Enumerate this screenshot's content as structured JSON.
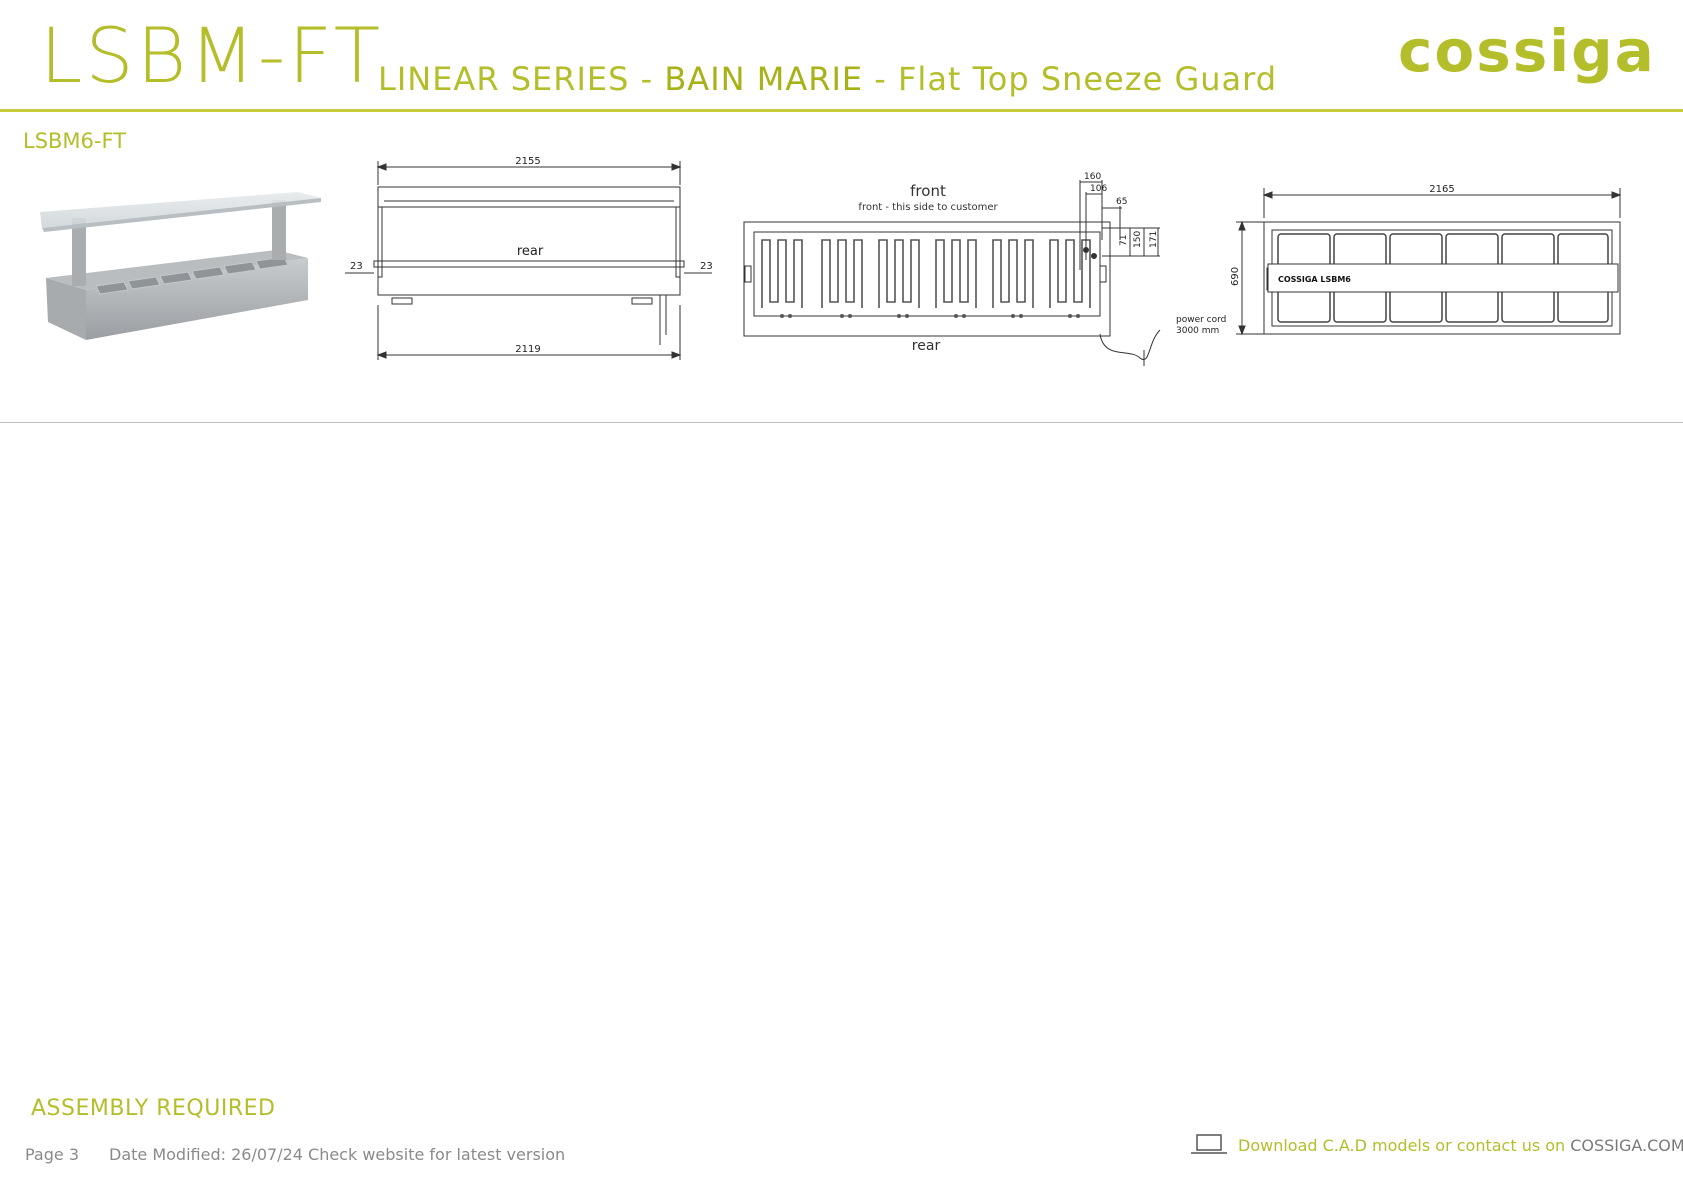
{
  "header": {
    "code": "LSBM-FT",
    "series": "LINEAR SERIES - ",
    "product": "BAIN MARIE",
    "variant": " - Flat Top Sneeze Guard",
    "brand": "cossiga"
  },
  "model": "LSBM6-FT",
  "drawings": {
    "side": {
      "top_width": "2155",
      "bottom_width": "2119",
      "left_offset": "23",
      "right_offset": "23",
      "label": "rear"
    },
    "plan": {
      "front_title": "front",
      "front_note": "front - this side to customer",
      "rear_label": "rear",
      "dim_160": "160",
      "dim_106": "106",
      "dim_65": "65",
      "dim_71": "71",
      "dim_150": "150",
      "dim_171": "171",
      "power_cord": "power cord",
      "power_length": "3000 mm"
    },
    "top": {
      "width": "2165",
      "depth": "690",
      "plate": "COSSIGA LSBM6"
    }
  },
  "assembly": "ASSEMBLY REQUIRED",
  "footer": {
    "page": "Page 3",
    "date": "Date Modified: 26/07/24 Check website for latest version",
    "cad_text": "Download C.A.D models or contact us on",
    "site": "COSSIGA.COM"
  },
  "colors": {
    "accent": "#b3be2a",
    "rule": "#c6cc3c",
    "footer_grey": "#8a8a8a"
  },
  "icons": {
    "cad": "laptop-icon"
  }
}
